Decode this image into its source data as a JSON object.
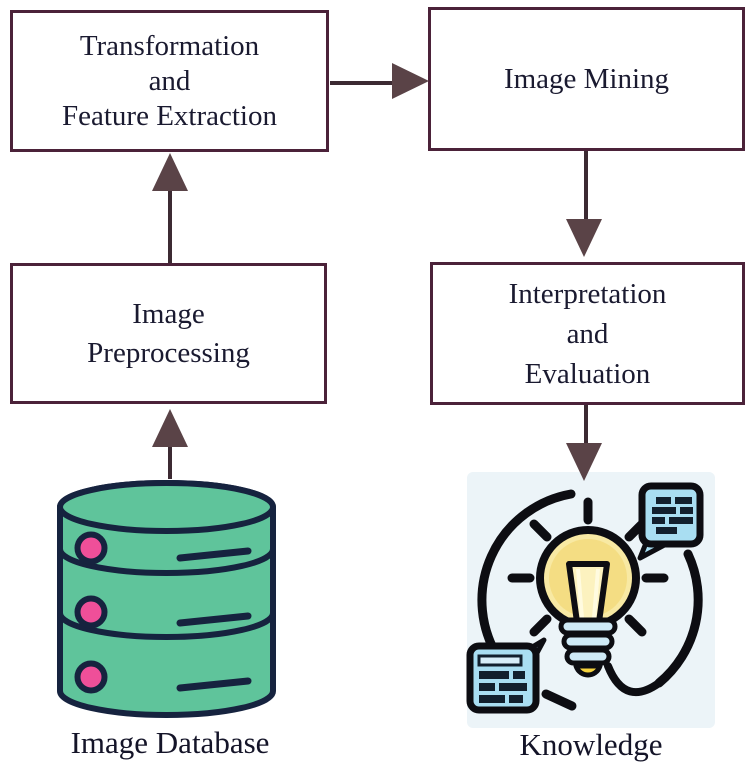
{
  "figure": {
    "title": "Image mining process flow diagram",
    "boxes": {
      "transformation": {
        "lines": [
          "Transformation",
          "and",
          "Feature Extraction"
        ]
      },
      "image_mining": {
        "lines": [
          "Image Mining"
        ]
      },
      "preprocessing": {
        "lines": [
          "Image",
          "Preprocessing"
        ]
      },
      "interpretation": {
        "lines": [
          "Interpretation",
          "and",
          "Evaluation"
        ]
      }
    },
    "labels": {
      "database": "Image Database",
      "knowledge": "Knowledge"
    },
    "icons": {
      "database": "database-cylinder-icon",
      "knowledge": "lightbulb-idea-icon"
    },
    "arrows": [
      "transformation-to-image-mining",
      "preprocessing-to-transformation",
      "image-mining-to-interpretation",
      "database-to-preprocessing",
      "interpretation-to-knowledge"
    ],
    "colors": {
      "box_border": "#4b2239",
      "arrow_shaft": "#3c2a32",
      "arrow_head": "#5a4347",
      "text": "#1a1a30",
      "db_green": "#5fc49b",
      "db_outline": "#16233f",
      "db_dot_pink": "#ef4f99",
      "bulb_yellow": "#f8e9a3",
      "bulb_base_blue": "#cfeaf7",
      "bubble_blue": "#a9def2",
      "icon_background": "#ecf4f8"
    }
  }
}
